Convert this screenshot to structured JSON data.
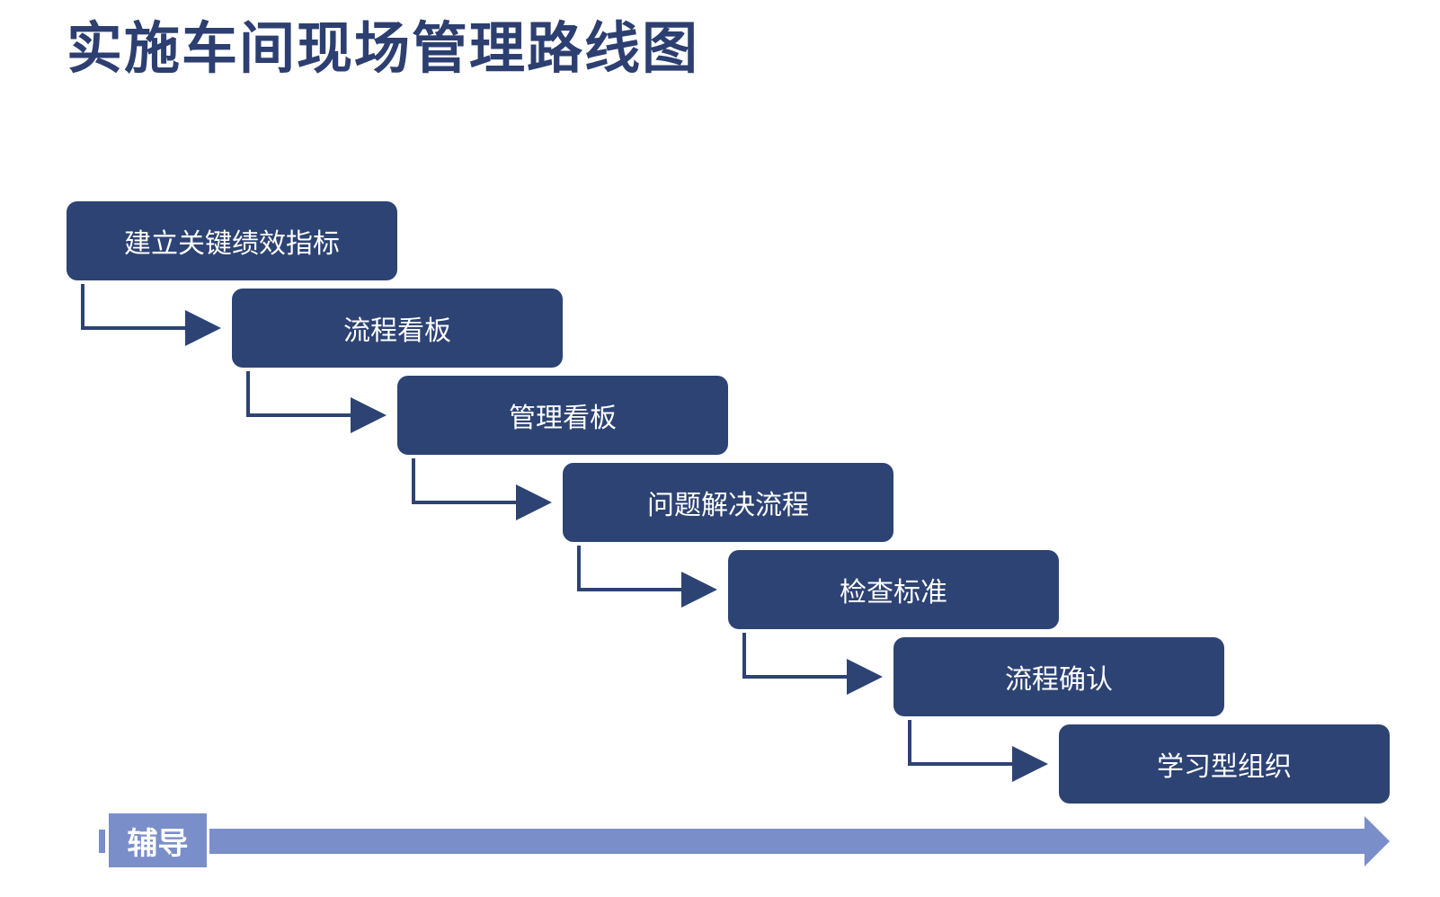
{
  "title": "实施车间现场管理路线图",
  "steps": [
    {
      "label": "建立关键绩效指标"
    },
    {
      "label": "流程看板"
    },
    {
      "label": "管理看板"
    },
    {
      "label": "问题解决流程"
    },
    {
      "label": "检查标准"
    },
    {
      "label": "流程确认"
    },
    {
      "label": "学习型组织"
    }
  ],
  "timeline": {
    "label": "辅导"
  },
  "colors": {
    "box": "#2d4374",
    "title": "#2c3f70",
    "connector": "#2d4374",
    "timeline": "#7a8ec9"
  }
}
